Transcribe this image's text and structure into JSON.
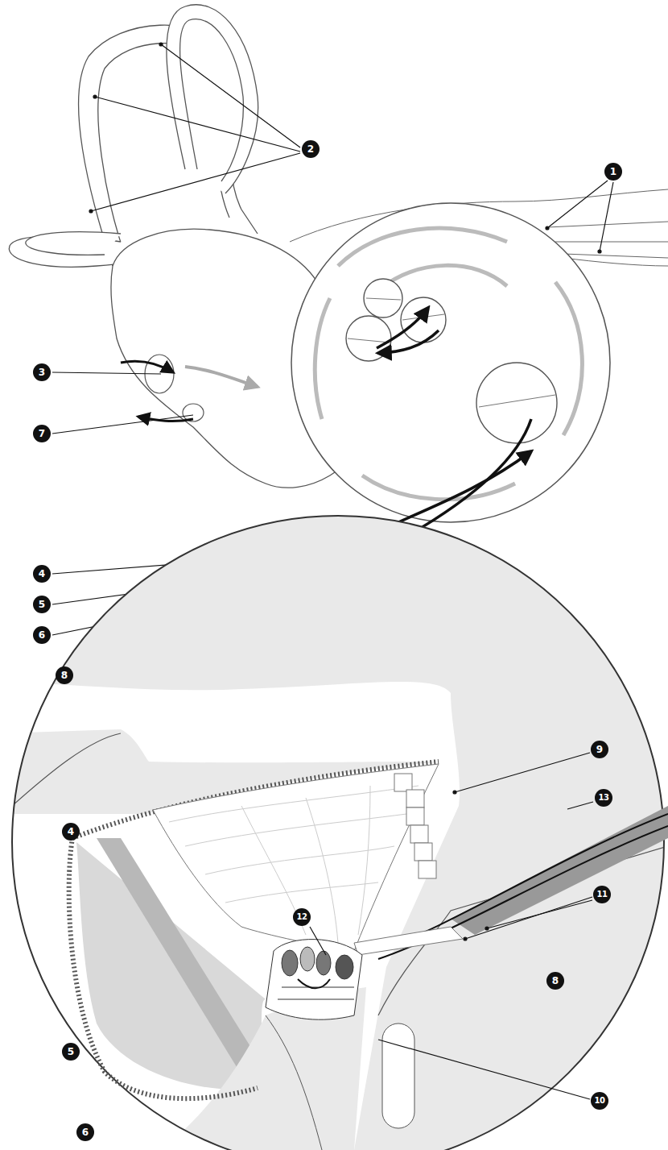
{
  "diagram": {
    "labels": [
      "2",
      "1",
      "3",
      "7",
      "4",
      "5",
      "6",
      "8",
      "4",
      "9",
      "13",
      "12",
      "11",
      "5",
      "8",
      "10",
      "6"
    ]
  }
}
